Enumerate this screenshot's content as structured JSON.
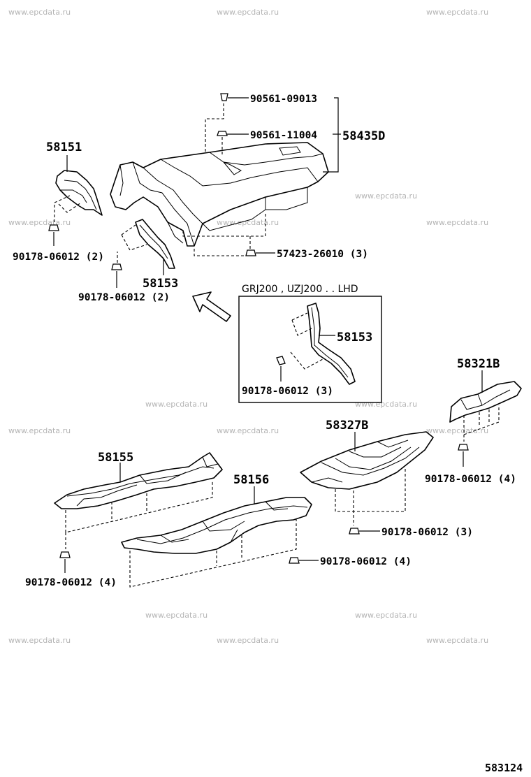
{
  "figure_number": "583124",
  "watermark_text": "www.epcdata.ru",
  "parts": {
    "p58151": "58151",
    "p58153": "58153",
    "p58435d": "58435D",
    "p58155": "58155",
    "p58156": "58156",
    "p58327b": "58327B",
    "p58321b": "58321B",
    "p58153_inset": "58153"
  },
  "fasteners": {
    "f90561_09013": "90561-09013",
    "f90561_11004": "90561-11004",
    "f57423_26010": "57423-26010 (3)",
    "f90178_a": "90178-06012 (2)",
    "f90178_b": "90178-06012 (2)",
    "f90178_inset": "90178-06012 (3)",
    "f90178_c": "90178-06012 (4)",
    "f90178_d": "90178-06012 (3)",
    "f90178_e": "90178-06012 (4)",
    "f90178_f": "90178-06012 (4)"
  },
  "inset": {
    "condition": "GRJ200 , UZJ200 . . LHD"
  }
}
